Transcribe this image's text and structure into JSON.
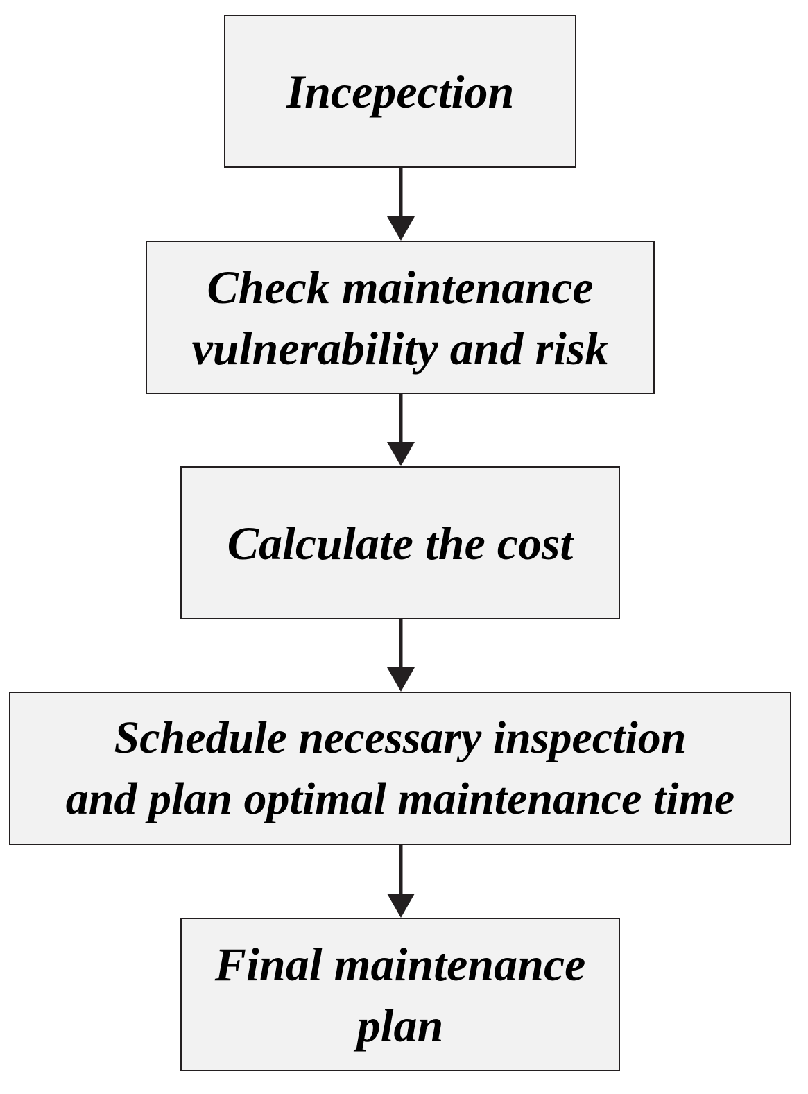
{
  "flowchart": {
    "steps": [
      {
        "id": "step-1",
        "text": "Incepection"
      },
      {
        "id": "step-2",
        "text": "Check maintenance\nvulnerability and risk"
      },
      {
        "id": "step-3",
        "text": "Calculate the cost"
      },
      {
        "id": "step-4",
        "text": "Schedule necessary inspection\nand plan optimal maintenance time"
      },
      {
        "id": "step-5",
        "text": "Final maintenance\nplan"
      }
    ],
    "connections": [
      {
        "from": "step-1",
        "to": "step-2"
      },
      {
        "from": "step-2",
        "to": "step-3"
      },
      {
        "from": "step-3",
        "to": "step-4"
      },
      {
        "from": "step-4",
        "to": "step-5"
      }
    ],
    "colors": {
      "box_fill": "#f2f2f2",
      "box_border": "#231f20",
      "arrow": "#231f20",
      "text": "#000000"
    }
  }
}
